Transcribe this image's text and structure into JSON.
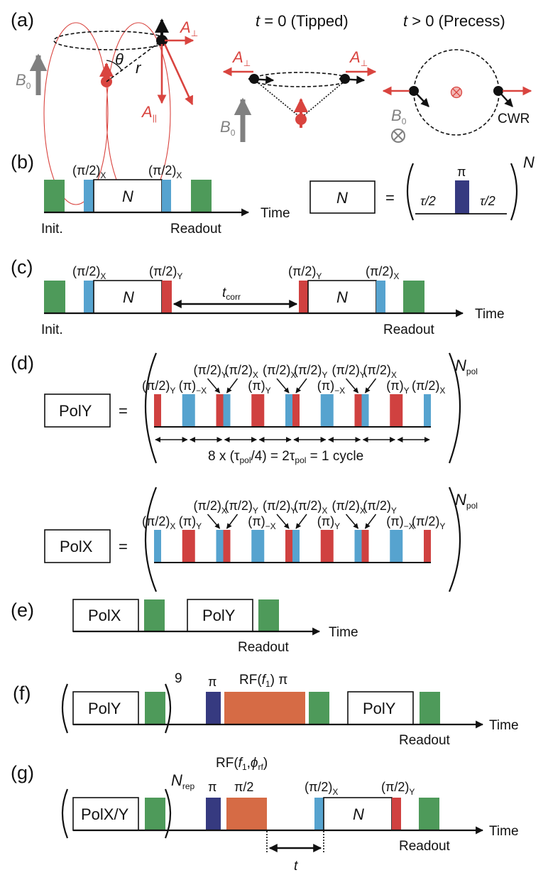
{
  "colors": {
    "init_readout_green": "#4e9a5a",
    "pi_half_x_blue": "#56a3cf",
    "pi_half_y_red": "#d04140",
    "pi_navy": "#363a80",
    "rf_orange": "#d66b45",
    "spin_red": "#d9443f",
    "b0_grey": "#808080"
  },
  "panel_a": {
    "label": "(a)",
    "b0": "B",
    "b0_sub": "0",
    "theta": "θ",
    "r": "r",
    "a_perp": "A",
    "a_perp_sub": "⊥",
    "a_par": "A",
    "a_par_sub": "||",
    "tipped_title_t": "t",
    "tipped_title_rest": " = 0 (Tipped)",
    "precess_title_t": "t",
    "precess_title_rest": " > 0 (Precess)",
    "otimes": "⊗",
    "cwr": "CWR"
  },
  "panel_b": {
    "label": "(b)",
    "pulse1": "(π/2)",
    "pulse1_sub": "X",
    "pulse2": "(π/2)",
    "pulse2_sub": "X",
    "block": "N",
    "time": "Time",
    "init": "Init.",
    "readout": "Readout",
    "def_block": "N",
    "equals": "=",
    "pi": "π",
    "tau_half_left": "τ/2",
    "tau_half_right": "τ/2",
    "exponent": "N"
  },
  "panel_c": {
    "label": "(c)",
    "pulse1": "(π/2)",
    "pulse1_sub": "X",
    "pulse2": "(π/2)",
    "pulse2_sub": "Y",
    "pulse3": "(π/2)",
    "pulse3_sub": "Y",
    "pulse4": "(π/2)",
    "pulse4_sub": "X",
    "block1": "N",
    "block2": "N",
    "tcorr": "t",
    "tcorr_sub": "corr",
    "time": "Time",
    "init": "Init.",
    "readout": "Readout"
  },
  "panel_d": {
    "label": "(d)",
    "poly": {
      "name": "PolY",
      "equals": "=",
      "exponent": "N",
      "exponent_sub": "pol",
      "pulses": [
        {
          "label": "(π/2)",
          "sub": "Y",
          "axis": "Y",
          "type": "half"
        },
        {
          "label": "(π)",
          "sub": "−X",
          "axis": "X",
          "type": "full"
        },
        {
          "label": "(π/2)",
          "sub": "Y",
          "axis": "Y",
          "type": "half"
        },
        {
          "label": "(π/2)",
          "sub": "X",
          "axis": "X",
          "type": "half"
        },
        {
          "label": "(π)",
          "sub": "Y",
          "axis": "Y",
          "type": "full"
        },
        {
          "label": "(π/2)",
          "sub": "X",
          "axis": "X",
          "type": "half"
        },
        {
          "label": "(π/2)",
          "sub": "Y",
          "axis": "Y",
          "type": "half"
        },
        {
          "label": "(π)",
          "sub": "−X",
          "axis": "X",
          "type": "full"
        },
        {
          "label": "(π/2)",
          "sub": "Y",
          "axis": "Y",
          "type": "half"
        },
        {
          "label": "(π/2)",
          "sub": "X",
          "axis": "X",
          "type": "half"
        },
        {
          "label": "(π)",
          "sub": "Y",
          "axis": "Y",
          "type": "full"
        },
        {
          "label": "(π/2)",
          "sub": "X",
          "axis": "X",
          "type": "half"
        }
      ],
      "interval_count": 8,
      "cycle_text_a": "8 x (τ",
      "cycle_text_sub1": "pol",
      "cycle_text_b": "/4) = 2τ",
      "cycle_text_sub2": "pol",
      "cycle_text_c": " = 1 cycle"
    },
    "polx": {
      "name": "PolX",
      "equals": "=",
      "exponent": "N",
      "exponent_sub": "pol",
      "pulses": [
        {
          "label": "(π/2)",
          "sub": "X",
          "axis": "X",
          "type": "half"
        },
        {
          "label": "(π)",
          "sub": "Y",
          "axis": "Y",
          "type": "full"
        },
        {
          "label": "(π/2)",
          "sub": "X",
          "axis": "X",
          "type": "half"
        },
        {
          "label": "(π/2)",
          "sub": "Y",
          "axis": "Y",
          "type": "half"
        },
        {
          "label": "(π)",
          "sub": "−X",
          "axis": "X",
          "type": "full"
        },
        {
          "label": "(π/2)",
          "sub": "Y",
          "axis": "Y",
          "type": "half"
        },
        {
          "label": "(π/2)",
          "sub": "X",
          "axis": "X",
          "type": "half"
        },
        {
          "label": "(π)",
          "sub": "Y",
          "axis": "Y",
          "type": "full"
        },
        {
          "label": "(π/2)",
          "sub": "X",
          "axis": "X",
          "type": "half"
        },
        {
          "label": "(π/2)",
          "sub": "Y",
          "axis": "Y",
          "type": "half"
        },
        {
          "label": "(π)",
          "sub": "−X",
          "axis": "X",
          "type": "full"
        },
        {
          "label": "(π/2)",
          "sub": "Y",
          "axis": "Y",
          "type": "half"
        }
      ]
    }
  },
  "panel_e": {
    "label": "(e)",
    "block1": "PolX",
    "block2": "PolY",
    "time": "Time",
    "readout": "Readout"
  },
  "panel_f": {
    "label": "(f)",
    "block1": "PolY",
    "repeat": "9",
    "pi": "π",
    "rf_a": "RF(",
    "rf_f": "f",
    "rf_f_sub": "1",
    "rf_b": ") π",
    "block2": "PolY",
    "time": "Time",
    "readout": "Readout"
  },
  "panel_g": {
    "label": "(g)",
    "block1": "PolX/Y",
    "repeat": "N",
    "repeat_sub": "rep",
    "rf_a": "RF(",
    "rf_f": "f",
    "rf_f_sub": "1",
    "rf_comma": ",",
    "rf_phi": "ϕ",
    "rf_phi_sub": "rf",
    "rf_b": ")",
    "pi": "π",
    "pi_half": "π/2",
    "pulse1": "(π/2)",
    "pulse1_sub": "X",
    "block2": "N",
    "pulse2": "(π/2)",
    "pulse2_sub": "Y",
    "t": "t",
    "time": "Time",
    "readout": "Readout"
  }
}
